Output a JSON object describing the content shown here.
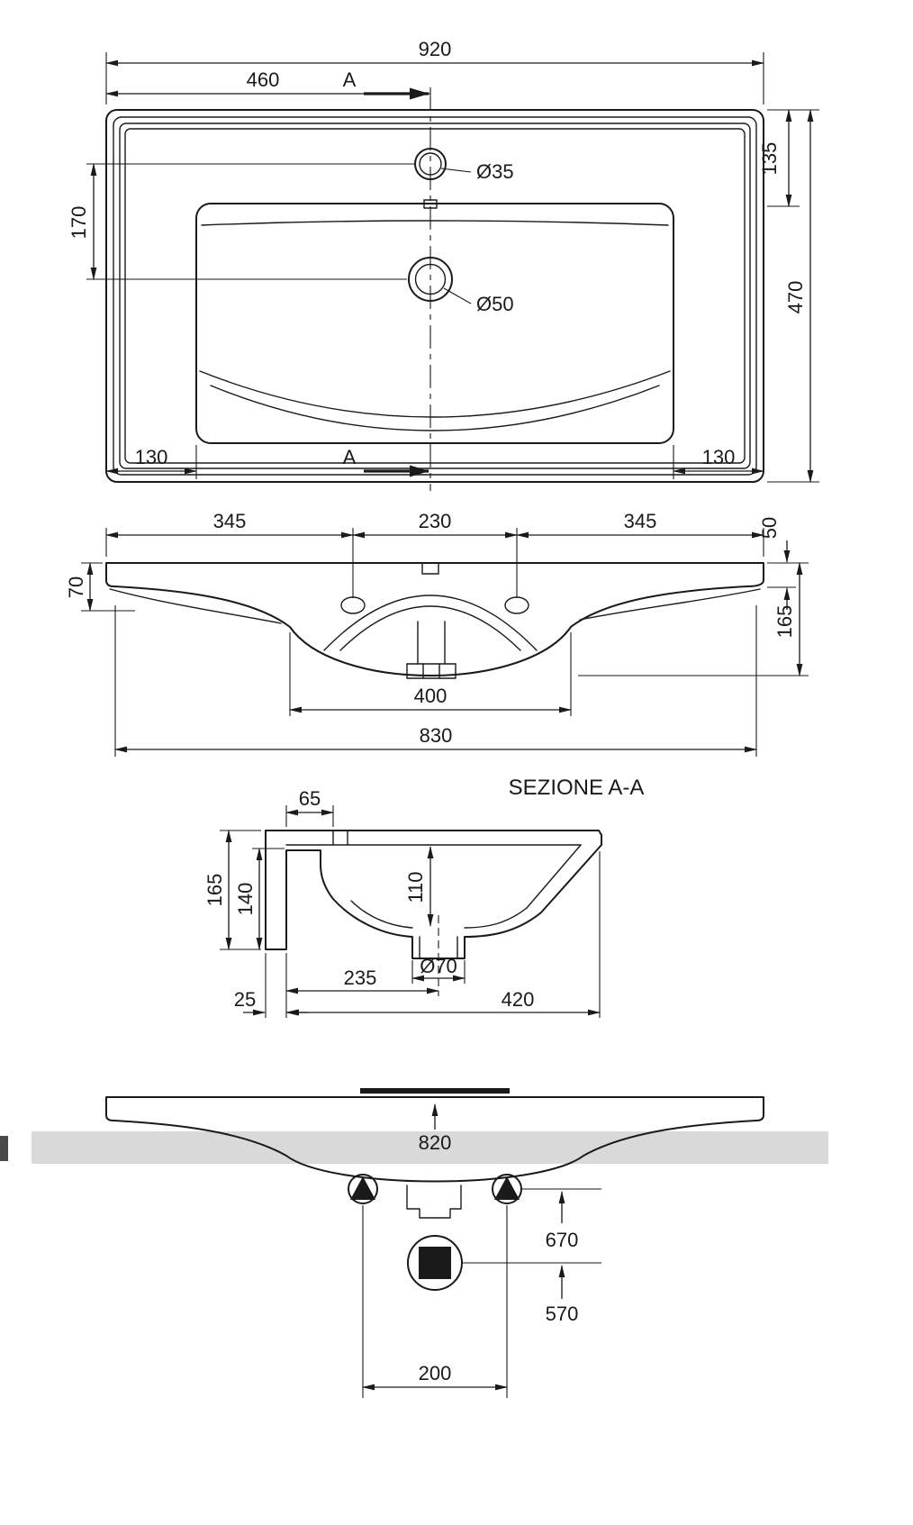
{
  "colors": {
    "ink": "#1a1a1a",
    "wall_band": "#d9d9d9",
    "paper": "#ffffff"
  },
  "views": {
    "plan": {
      "section_marker": "A",
      "dims": {
        "overall_width": "920",
        "center_offset": "460",
        "faucet_hole_dia": "Ø35",
        "faucet_setback": "135",
        "faucet_to_drain": "170",
        "overall_depth": "470",
        "drain_dia": "Ø50",
        "left_margin": "130",
        "right_margin": "130"
      }
    },
    "front": {
      "dims": {
        "left_span": "345",
        "center_span": "230",
        "right_span": "345",
        "edge_thickness": "50",
        "rim_height": "70",
        "bowl_depth": "165",
        "bowl_width": "400",
        "underside_width": "830"
      }
    },
    "section": {
      "title": "SEZIONE A-A",
      "dims": {
        "ledge_offset": "65",
        "total_height": "165",
        "inner_height": "140",
        "basin_depth": "110",
        "drain_hole_dia": "Ø70",
        "drain_offset": "235",
        "back_wall": "25",
        "front_span": "420"
      }
    },
    "installation": {
      "dims": {
        "rim_height": "820",
        "fixing_height": "670",
        "drain_height": "570",
        "fixing_spacing": "200"
      }
    }
  }
}
